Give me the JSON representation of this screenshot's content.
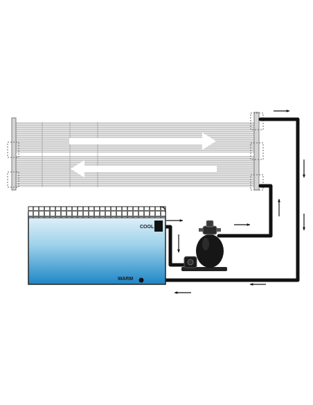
{
  "diagram": {
    "labels": {
      "cool": "COOL",
      "warm": "WARM"
    },
    "colors": {
      "pipe": "#111111",
      "water_top": "#eaf6fb",
      "water_bottom": "#1e86c6",
      "collector": "#c9c9c9",
      "flow_arrow": "#ffffff",
      "pump_body": "#161616"
    },
    "flow_direction_arrows": [
      "right",
      "right",
      "down",
      "down",
      "up",
      "right",
      "down",
      "left",
      "left"
    ]
  }
}
